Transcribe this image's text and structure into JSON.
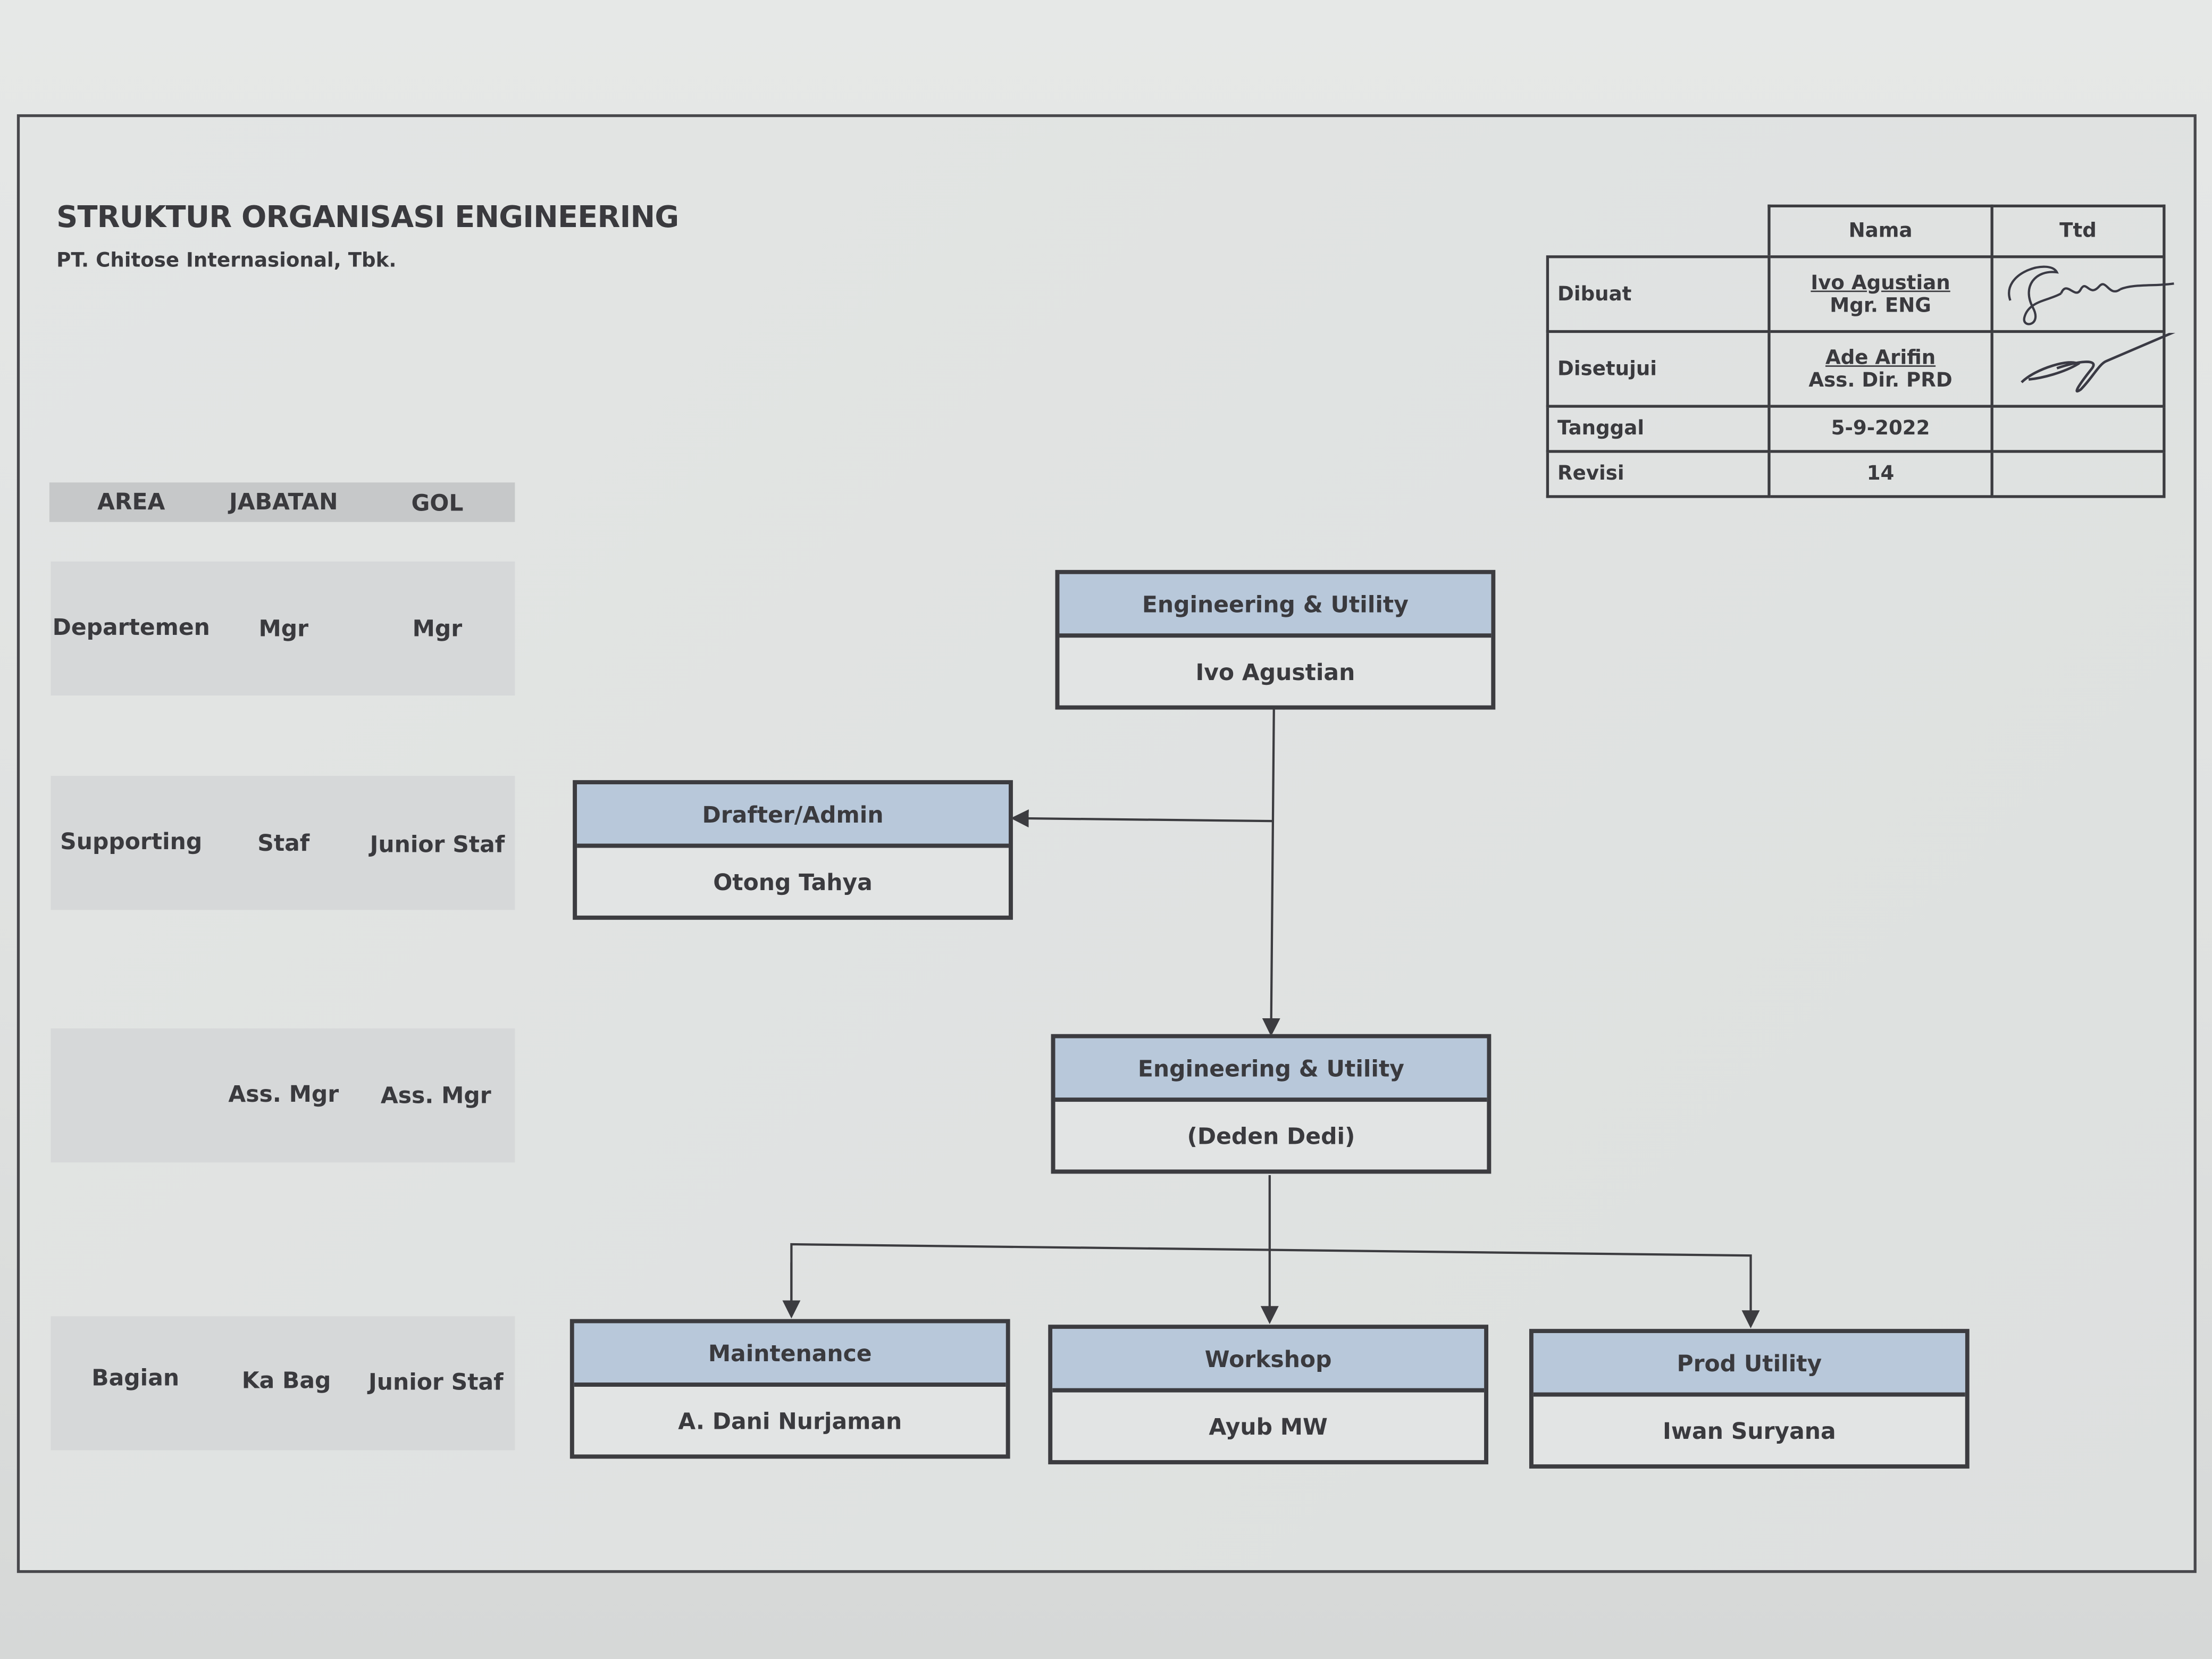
{
  "header": {
    "title": "STRUKTUR ORGANISASI ENGINEERING",
    "company": "PT. Chitose Internasional, Tbk."
  },
  "approval": {
    "col_name": "Nama",
    "col_sign": "Ttd",
    "dibuat": {
      "label": "Dibuat",
      "name": "Ivo Agustian",
      "position": "Mgr. ENG"
    },
    "disetujui": {
      "label": "Disetujui",
      "name": "Ade Arifin",
      "position": "Ass. Dir. PRD"
    },
    "tanggal": {
      "label": "Tanggal",
      "value": "5-9-2022"
    },
    "revisi": {
      "label": "Revisi",
      "value": "14"
    }
  },
  "legend": {
    "headers": [
      "AREA",
      "JABATAN",
      "GOL"
    ],
    "rows": [
      [
        "Departemen",
        "Mgr",
        "Mgr"
      ],
      [
        "Supporting",
        "Staf",
        "Junior Staf"
      ],
      [
        "",
        "Ass. Mgr",
        "Ass. Mgr"
      ],
      [
        "Bagian",
        "Ka Bag",
        "Junior Staf"
      ]
    ]
  },
  "org": {
    "manager": {
      "unit": "Engineering & Utility",
      "name": "Ivo Agustian"
    },
    "admin": {
      "unit": "Drafter/Admin",
      "name": "Otong Tahya"
    },
    "asst_manager": {
      "unit": "Engineering & Utility",
      "name": "(Deden Dedi)"
    },
    "sections": [
      {
        "unit": "Maintenance",
        "name": "A. Dani Nurjaman"
      },
      {
        "unit": "Workshop",
        "name": "Ayub MW"
      },
      {
        "unit": "Prod Utility",
        "name": "Iwan Suryana"
      }
    ]
  },
  "colors": {
    "box_header": "#b8c8da",
    "line": "#3c3c40",
    "legend_bg": "#d6d8d9"
  }
}
